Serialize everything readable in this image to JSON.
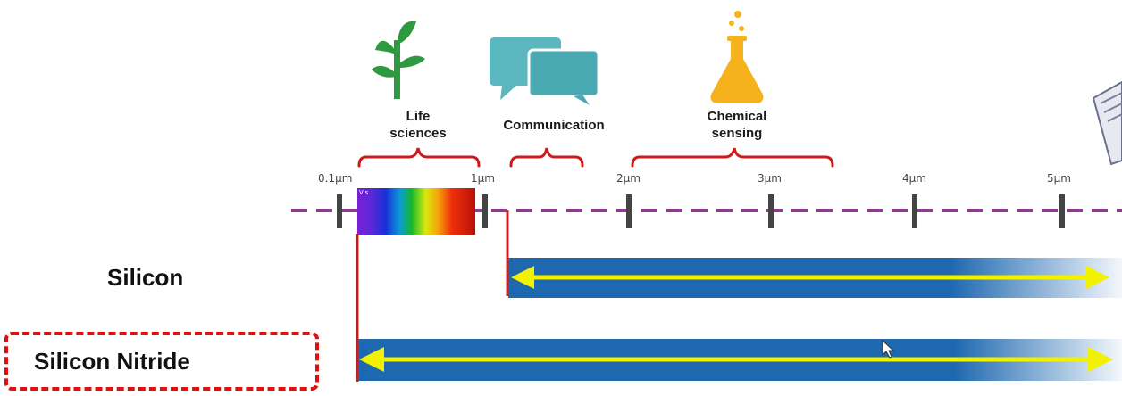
{
  "applications": [
    {
      "label": "Life\nsciences",
      "icon": "plant-icon"
    },
    {
      "label": "Communication",
      "icon": "chat-bubbles-icon"
    },
    {
      "label": "Chemical\nsensing",
      "icon": "flask-icon"
    }
  ],
  "axis": {
    "ticks": [
      "0.1µm",
      "1µm",
      "2µm",
      "3µm",
      "4µm",
      "5µm"
    ],
    "spectrum_tag": "Vis"
  },
  "materials": [
    {
      "name": "Silicon",
      "highlighted": false
    },
    {
      "name": "Silicon Nitride",
      "highlighted": true
    }
  ],
  "colors": {
    "axis_dashes": "#8e3c8e",
    "band": "#1e68b0",
    "arrow": "#f2f200",
    "brace": "#cc1b1b",
    "marker": "#c62020",
    "plant": "#2d9a3f",
    "chat": "#5ab7bd",
    "flask": "#f5b21c"
  }
}
